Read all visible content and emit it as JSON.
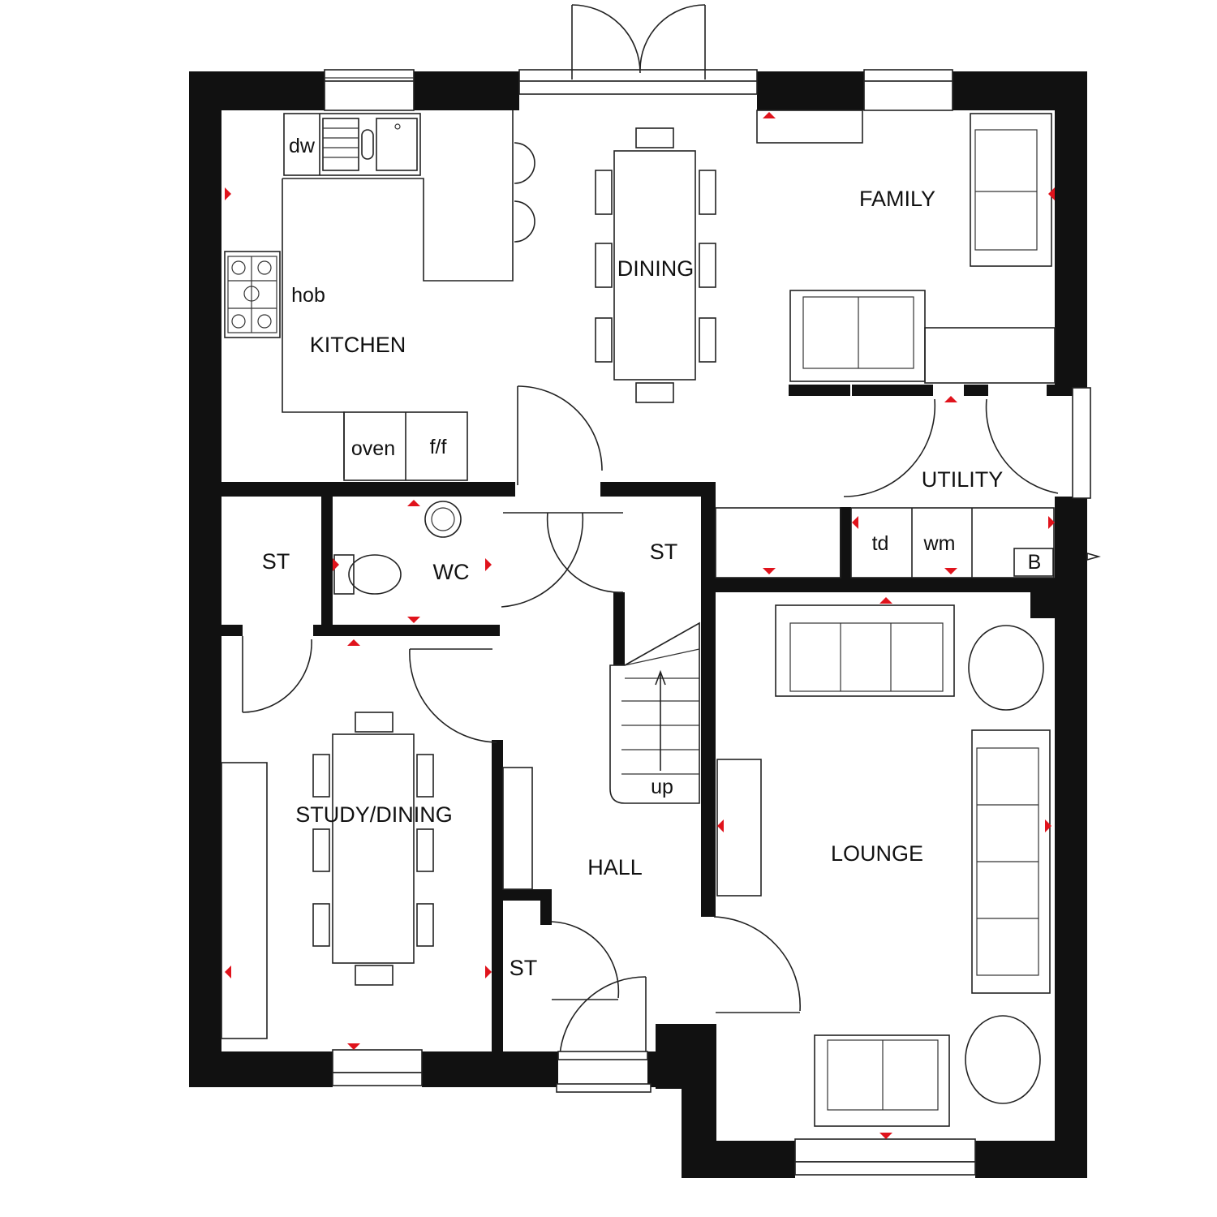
{
  "rooms": {
    "kitchen": "KITCHEN",
    "dining": "DINING",
    "family": "FAMILY",
    "utility": "UTILITY",
    "st_left": "ST",
    "wc": "WC",
    "st_hall": "ST",
    "study_dining": "STUDY/DINING",
    "hall": "HALL",
    "st_small": "ST",
    "lounge": "LOUNGE"
  },
  "fixtures": {
    "dishwasher": "dw",
    "hob": "hob",
    "oven": "oven",
    "fridge_freezer": "f/f",
    "tumble_dryer": "td",
    "washing_machine": "wm",
    "boiler": "B",
    "stairs": "up"
  },
  "colors": {
    "walls": "#111111",
    "markers": "#e0131c"
  }
}
